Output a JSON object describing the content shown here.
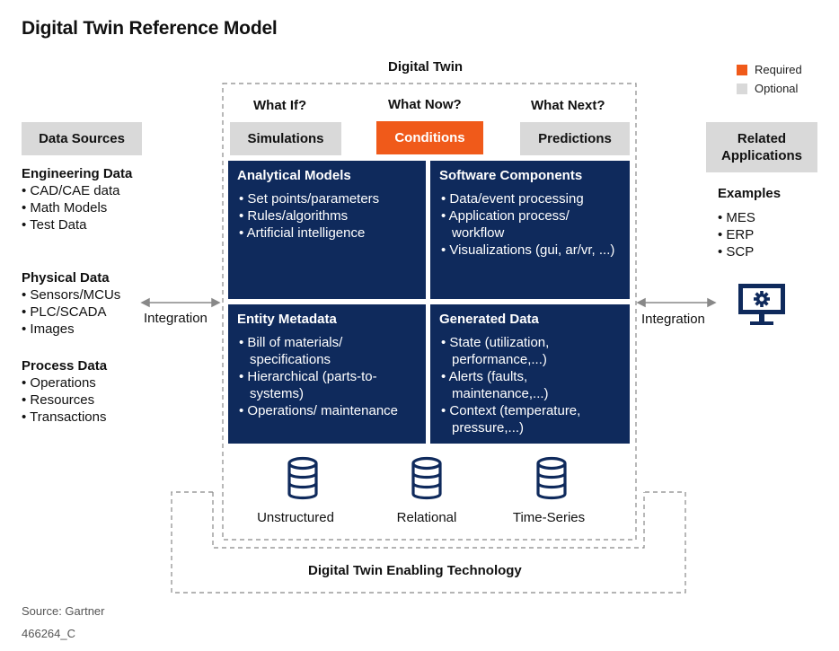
{
  "title": "Digital Twin Reference Model",
  "digital_twin_label": "Digital Twin",
  "legend": [
    {
      "label": "Required",
      "color": "#f05a1a"
    },
    {
      "label": "Optional",
      "color": "#d9d9d9"
    }
  ],
  "questions": [
    "What If?",
    "What Now?",
    "What Next?"
  ],
  "headers": {
    "simulations": "Simulations",
    "conditions": "Conditions",
    "predictions": "Predictions"
  },
  "panels": [
    {
      "title": "Analytical Models",
      "items": [
        "Set points/parameters",
        "Rules/algorithms",
        "Artificial intelligence"
      ]
    },
    {
      "title": "Software Components",
      "items": [
        "Data/event processing",
        "Application process/ workflow",
        "Visualizations (gui, ar/vr, ...)"
      ]
    },
    {
      "title": "Entity Metadata",
      "items": [
        "Bill of materials/ specifications",
        "Hierarchical (parts-to-systems)",
        "Operations/ maintenance"
      ]
    },
    {
      "title": "Generated Data",
      "items": [
        "State (utilization, performance,...)",
        "Alerts (faults, maintenance,...)",
        "Context (temperature, pressure,...)"
      ]
    }
  ],
  "databases": [
    "Unstructured",
    "Relational",
    "Time-Series"
  ],
  "enabling_tech": "Digital Twin Enabling Technology",
  "left": {
    "header": "Data Sources",
    "groups": [
      {
        "title": "Engineering Data",
        "items": [
          "CAD/CAE data",
          "Math Models",
          "Test Data"
        ]
      },
      {
        "title": "Physical Data",
        "items": [
          "Sensors/MCUs",
          "PLC/SCADA",
          "Images"
        ]
      },
      {
        "title": "Process Data",
        "items": [
          "Operations",
          "Resources",
          "Transactions"
        ]
      }
    ]
  },
  "right": {
    "header": "Related Applications",
    "examples_title": "Examples",
    "items": [
      "MES",
      "ERP",
      "SCP"
    ],
    "icon": "monitor-gear-icon"
  },
  "integration_label": "Integration",
  "source": "Source: Gartner",
  "code": "466264_C",
  "colors": {
    "navy": "#0f2a5c",
    "orange": "#f05a1a",
    "grey": "#d9d9d9"
  }
}
